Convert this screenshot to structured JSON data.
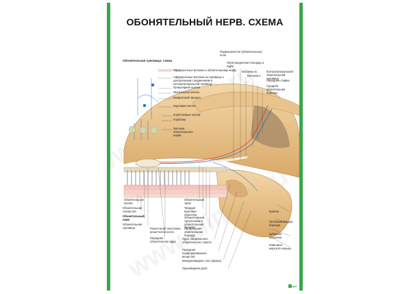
{
  "poster": {
    "title": "ОБОНЯТЕЛЬНЫЙ НЕРВ. СХЕМА",
    "border_color": "#3aa64a",
    "brand": "ppt"
  },
  "inset": {
    "title": "Обонятельная луковица: схема",
    "labels": [
      "Эфферентные волокна к обонятельному нерву",
      "Афферентные волокна из луковицы к центральным соединениям и контралатеральной луковице",
      "Гранулярная клетка",
      "Митральная клетка",
      "Возвратный процесс",
      "Ворсовая клетка",
      "Клубочковые клетки",
      "Клубочки",
      "Волокна обонятельного нерва"
    ]
  },
  "main_labels": {
    "right_top": [
      "Подмозолистое (обонятельное) поле",
      "Перегородочная площадь и ядра",
      "Волокна из",
      "Волокна к",
      "Контралатеральной обонятельной луковице",
      "Передняя спайка",
      "Средняя обонятельная борозда"
    ],
    "left_bottom": [
      "Обонятельные клетки",
      "Обонятельная слизистая",
      "Обонятельный нерв",
      "Обонятельная луковица",
      "Решетчатая пластинка решетчатой кости",
      "Переднее обонятельное ядро"
    ],
    "center_bottom": [
      "Обонятельный тракт",
      "Твердая мозговая оболочка",
      "Обонятельный треугольник и обонятельный бугорок",
      "Латеральная обонятельная борозда"
    ],
    "bottom": [
      "Ядро латерального обонятельного тракта",
      "Передняя перфорированное вещество",
      "Миндалевидное тело (фокус)",
      "Грушевидная доля"
    ],
    "right_bottom": [
      "Крючок",
      "Гиппокампальная борозда",
      "Зубчатая извилина",
      "Извилина морского конька"
    ]
  },
  "icons": {
    "watermark_text": "www.alimed.ru"
  }
}
